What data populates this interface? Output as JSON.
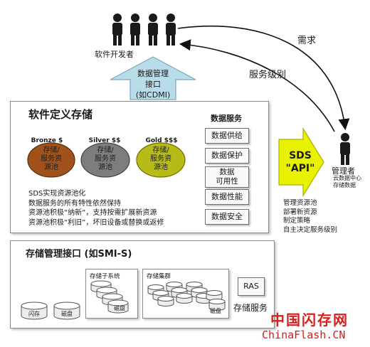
{
  "developers": {
    "label": "软件开发者"
  },
  "arrows": {
    "request": "需求",
    "service_level": "服务级别"
  },
  "mgmt_interface": {
    "label": "数据管理\n接口\n(如CDMI)"
  },
  "sds_api": {
    "label": "SDS\n\"API\""
  },
  "admin": {
    "label": "管理者",
    "sublabel": "云数据中心\n存储数据"
  },
  "admin_tasks": [
    "管理资源池",
    "部署新资源",
    "制定策略",
    "自主决定服务级别"
  ],
  "sds_box": {
    "title": "软件定义存储",
    "pools": [
      {
        "label": "Bronze $",
        "text": "存储/\n服务资\n源池",
        "color": "#a0521a"
      },
      {
        "label": "Silver $$",
        "text": "存储/\n服务资\n源池",
        "color": "#7d7d7d"
      },
      {
        "label": "Gold $$$",
        "text": "存储/\n服务资\n源池",
        "color": "#b7bb17"
      }
    ],
    "notes": [
      "SDS实现资源池化",
      "数据服务的所有特性依然保持",
      "资源池积极“纳新”，支持按需扩展新资源",
      "资源池积极“利旧”，坏旧设备或替换或返修"
    ],
    "data_services": {
      "title": "数据服务",
      "items": [
        "数据供给",
        "数据保护",
        "数据\n可用性",
        "数据性能",
        "数据安全"
      ]
    }
  },
  "storage_mgmt": {
    "title": "存储管理接口 (如SMI-S)",
    "flash": "闪存",
    "disk": "磁盘",
    "subsystem": {
      "title": "存储子系统",
      "disk": "磁盘"
    },
    "cluster": {
      "title": "存储集群",
      "disk": "磁盘"
    },
    "ras": "RAS",
    "storage_service": "存储服务"
  },
  "watermark": {
    "cn": "中国闪存网",
    "en": "ChinaFlash.CN"
  }
}
